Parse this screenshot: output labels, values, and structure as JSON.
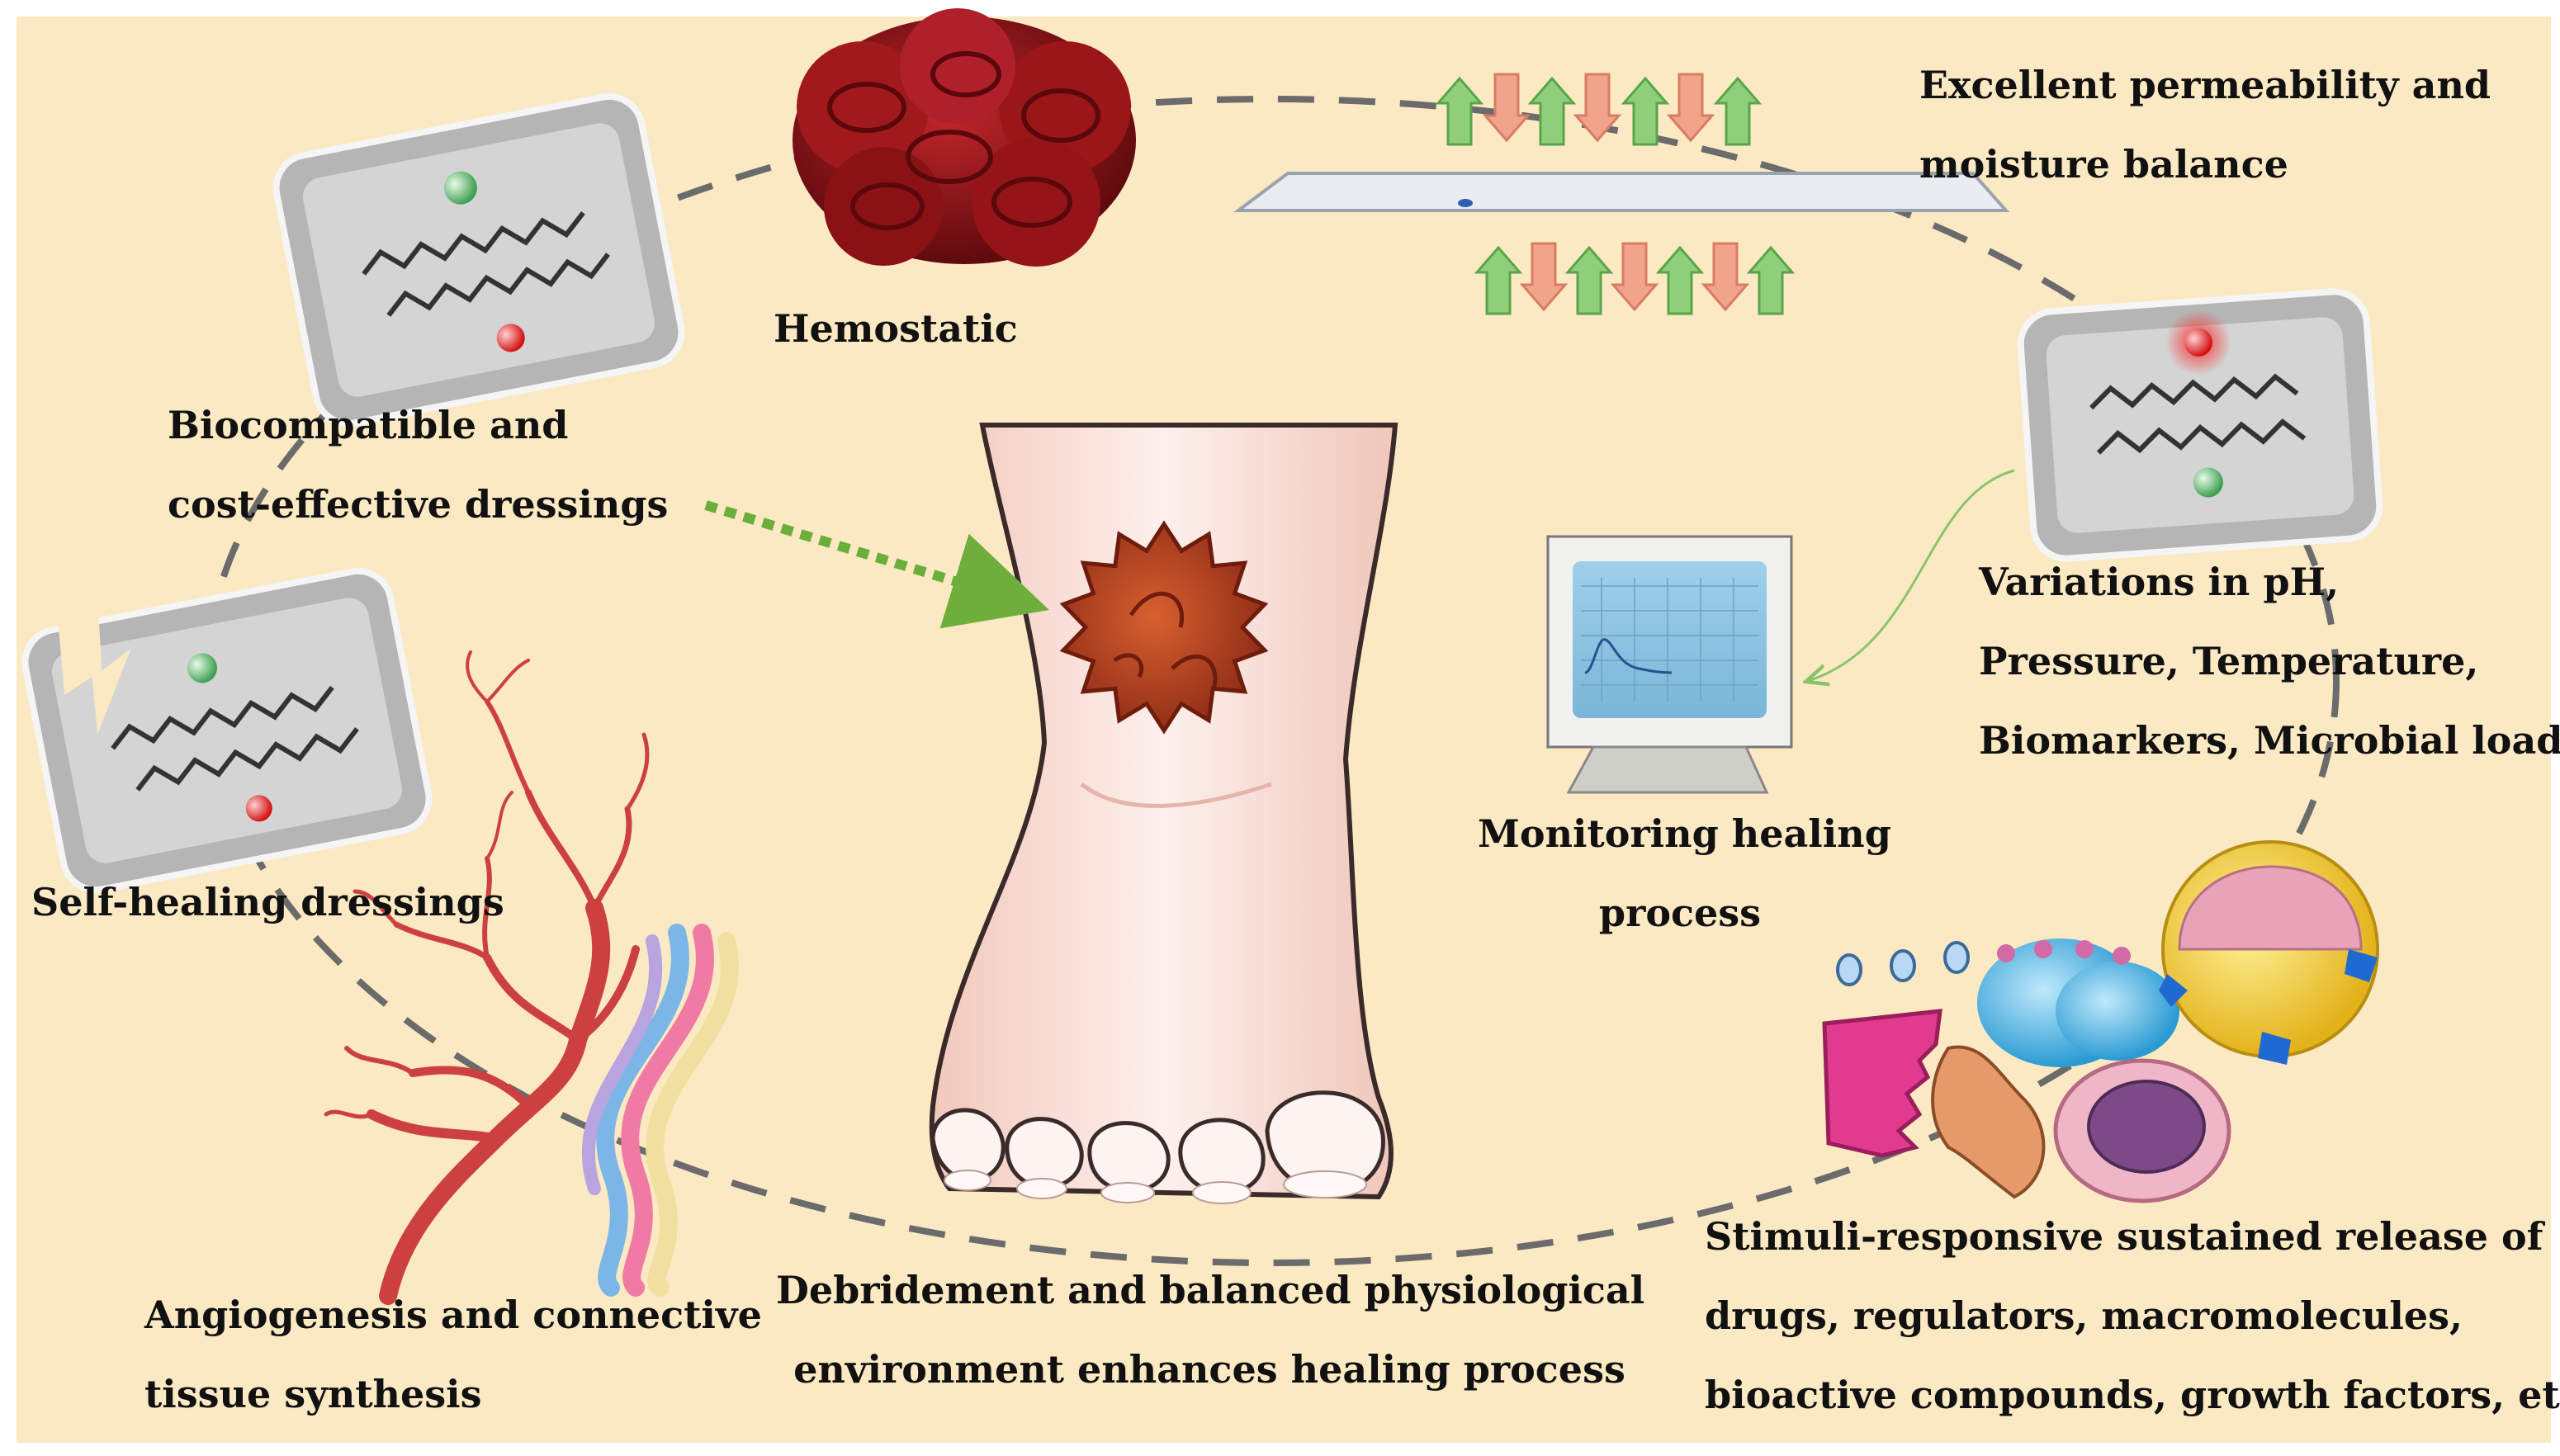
{
  "colors": {
    "background": "#fbe9c4",
    "frame": "#ffffff",
    "ring": "#6b6b6b",
    "dressing": "#a9a9a9",
    "dressingInner": "#c9c9c9",
    "arrowUp": "#8fcf7a",
    "arrowDown": "#f0a48a",
    "blood": "#8e1414",
    "wound": "#b8401e",
    "skin": "#fbe6df",
    "pointer": "#6cae3a"
  },
  "labels": {
    "hemostatic": "Hemostatic",
    "permeability": [
      "Excellent permeability and",
      "moisture balance"
    ],
    "biocompatible": [
      "Biocompatible and",
      "cost-effective dressings"
    ],
    "self_healing": "Self-healing dressings",
    "variations": [
      "Variations in pH,",
      "Pressure, Temperature,",
      "Biomarkers, Microbial load"
    ],
    "monitoring": [
      "Monitoring healing",
      "process"
    ],
    "angiogenesis": [
      "Angiogenesis and connective",
      "tissue synthesis"
    ],
    "debridement": [
      "Debridement and balanced physiological",
      "environment enhances healing process"
    ],
    "stimuli": [
      "Stimuli-responsive sustained release of",
      "drugs, regulators, macromolecules,",
      "bioactive compounds, growth factors, etc."
    ]
  },
  "icons": [
    "blood-clot-icon",
    "membrane-icon",
    "dressing-icon",
    "smart-dressing-icon",
    "self-healing-dressing-icon",
    "monitor-icon",
    "foot-wound-icon",
    "blood-vessel-icon",
    "collagen-fiber-icon",
    "drug-carrier-icon"
  ]
}
